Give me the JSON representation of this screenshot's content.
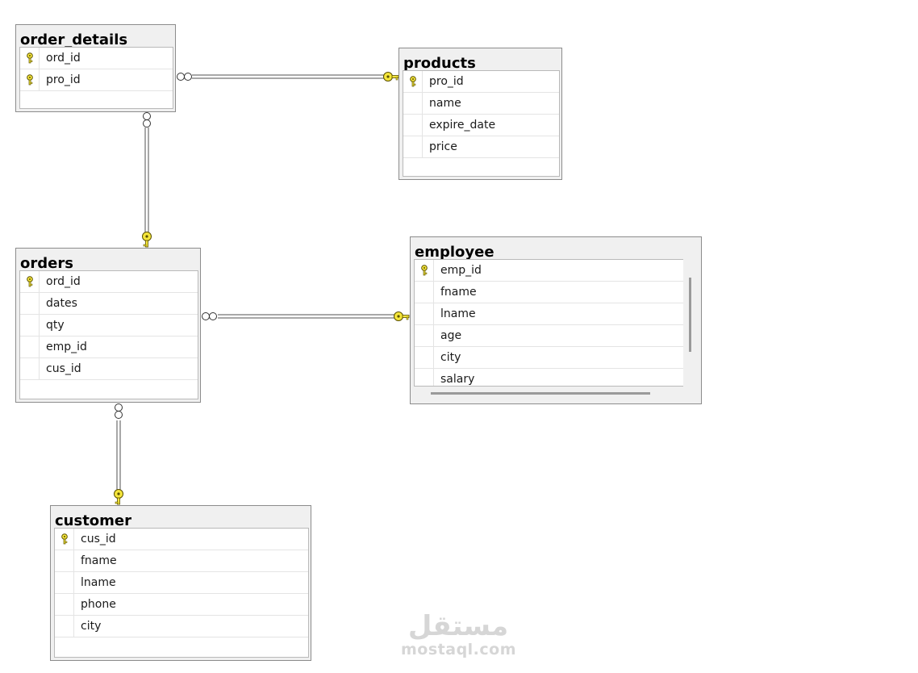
{
  "tables": {
    "order_details": {
      "title": "order_details",
      "columns": [
        "ord_id",
        "pro_id"
      ]
    },
    "products": {
      "title": "products",
      "columns": [
        "pro_id",
        "name",
        "expire_date",
        "price"
      ]
    },
    "orders": {
      "title": "orders",
      "columns": [
        "ord_id",
        "dates",
        "qty",
        "emp_id",
        "cus_id"
      ]
    },
    "employee": {
      "title": "employee",
      "columns": [
        "emp_id",
        "fname",
        "lname",
        "age",
        "city",
        "salary"
      ]
    },
    "customer": {
      "title": "customer",
      "columns": [
        "cus_id",
        "fname",
        "lname",
        "phone",
        "city"
      ]
    }
  },
  "colors": {
    "key": "#f5e63b",
    "key_outline": "#5a5000",
    "line": "#505050"
  },
  "watermark": {
    "arabic": "مستقل",
    "latin": "mostaql.com"
  }
}
